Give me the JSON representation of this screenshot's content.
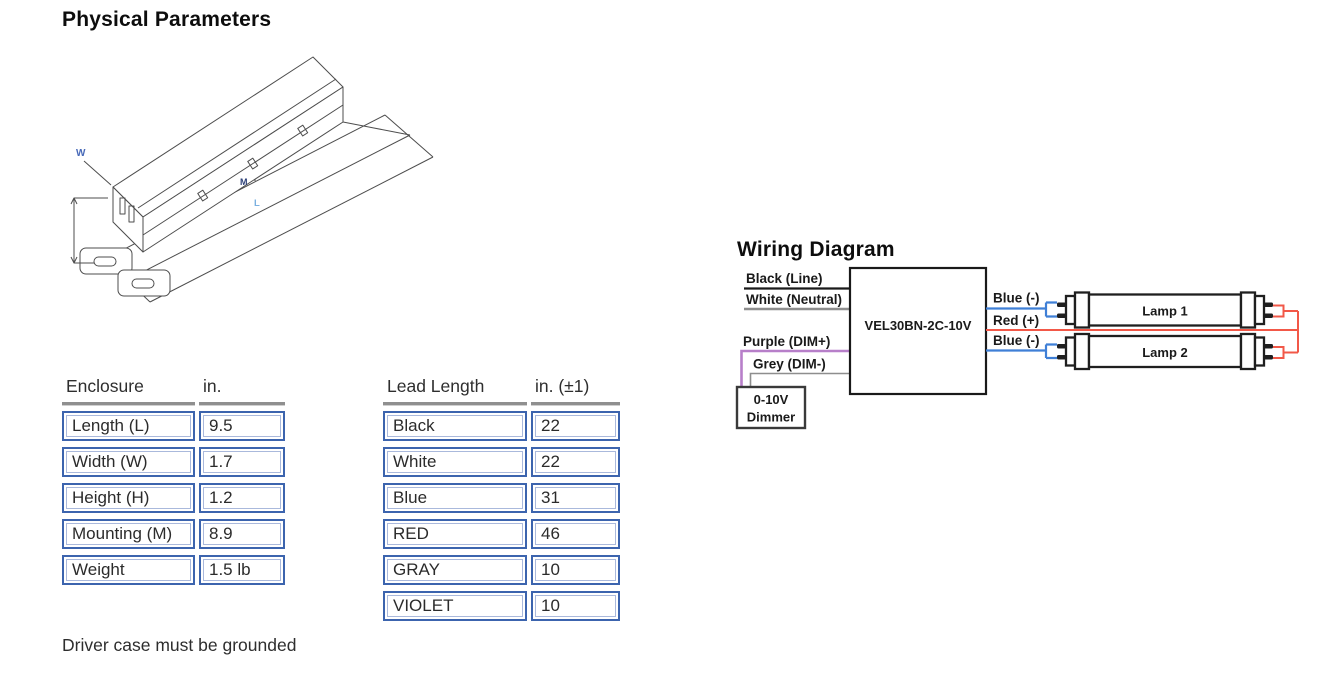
{
  "titles": {
    "physical": "Physical Parameters",
    "wiring": "Wiring Diagram"
  },
  "footnote": "Driver case must be grounded",
  "drawing": {
    "labels": {
      "w": "W",
      "m": "M",
      "l": "L"
    }
  },
  "enclosure_table": {
    "col1_header": "Enclosure",
    "col2_header": "in.",
    "rows": [
      {
        "label": "Length (L)",
        "value": "9.5"
      },
      {
        "label": "Width (W)",
        "value": "1.7"
      },
      {
        "label": "Height (H)",
        "value": "1.2"
      },
      {
        "label": "Mounting (M)",
        "value": "8.9"
      },
      {
        "label": "Weight",
        "value": "1.5 lb"
      }
    ]
  },
  "lead_length_table": {
    "col1_header": "Lead Length",
    "col2_header": "in. (±1)",
    "rows": [
      {
        "label": "Black",
        "value": "22"
      },
      {
        "label": "White",
        "value": "22"
      },
      {
        "label": "Blue",
        "value": "31"
      },
      {
        "label": "RED",
        "value": "46"
      },
      {
        "label": "GRAY",
        "value": "10"
      },
      {
        "label": "VIOLET",
        "value": "10"
      }
    ]
  },
  "wiring": {
    "driver_label": "VEL30BN-2C-10V",
    "dimmer": {
      "line1": "0-10V",
      "line2": "Dimmer"
    },
    "inputs": {
      "black": {
        "label": "Black (Line)",
        "color": "#1a1a1a"
      },
      "white": {
        "label": "White (Neutral)",
        "color": "#8e8e8e"
      },
      "purple": {
        "label": "Purple (DIM+)",
        "color": "#b77fc9"
      },
      "grey": {
        "label": "Grey (DIM-)",
        "color": "#8e8e8e"
      }
    },
    "outputs": {
      "blue1": {
        "label": "Blue (-)",
        "color": "#3f7fd6"
      },
      "red": {
        "label": "Red (+)",
        "color": "#f25848"
      },
      "blue2": {
        "label": "Blue (-)",
        "color": "#3f7fd6"
      }
    },
    "lamps": {
      "lamp1": "Lamp 1",
      "lamp2": "Lamp 2"
    }
  },
  "style_colors": {
    "table_border_blue": "#3c64ae",
    "header_underline_grey": "#8f8f8f"
  }
}
